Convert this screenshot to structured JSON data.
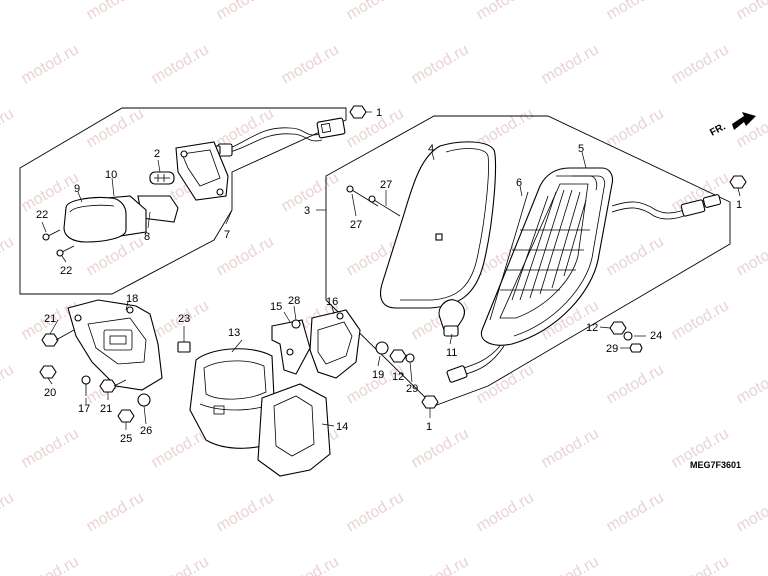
{
  "diagram": {
    "code": "MEG7F3601",
    "direction_label": "FR.",
    "watermark": "motod.ru",
    "callouts": {
      "c1a": "1",
      "c1b": "1",
      "c1c": "1",
      "c2": "2",
      "c3": "3",
      "c4": "4",
      "c5": "5",
      "c6": "6",
      "c7": "7",
      "c8": "8",
      "c9": "9",
      "c10": "10",
      "c11": "11",
      "c12a": "12",
      "c12b": "12",
      "c13": "13",
      "c14": "14",
      "c15": "15",
      "c16": "16",
      "c17": "17",
      "c18": "18",
      "c19": "19",
      "c20": "20",
      "c21a": "21",
      "c21b": "21",
      "c22a": "22",
      "c22b": "22",
      "c23": "23",
      "c24": "24",
      "c25": "25",
      "c26": "26",
      "c27a": "27",
      "c27b": "27",
      "c28": "28",
      "c29a": "29",
      "c29b": "29"
    }
  }
}
